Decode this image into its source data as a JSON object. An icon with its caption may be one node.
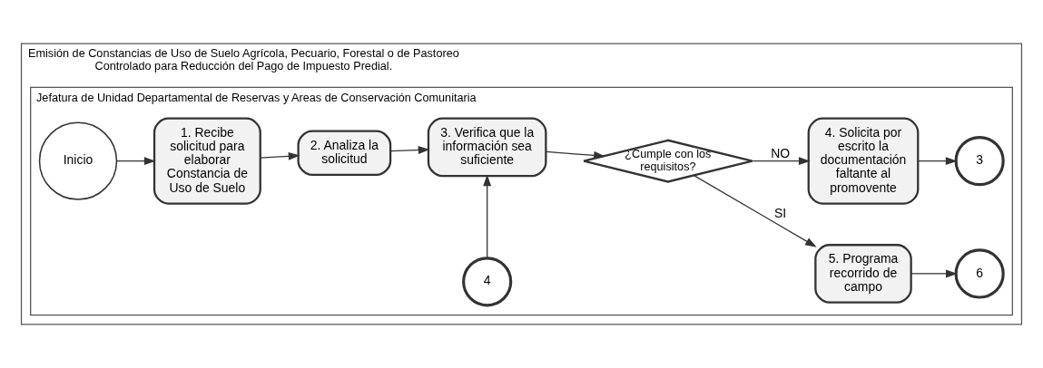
{
  "diagram": {
    "nodes": [
      {
        "text": [
          "Emisión de Constancias de Uso de Suelo Agrícola, Pecuario, Forestal o de Pastoreo Controlado para Reducción del Pago de Impuesto Predial."
        ]
      },
      {
        "text": [
          "Jefatura de Unidad Departamental de Reservas y Areas de Conservación Comunitaria"
        ],
        "in": 0
      },
      {
        "text": [
          "Inicio"
        ],
        "in": 1
      },
      {
        "text": [
          "1. Recibe solicitud para elaborar Constancia de Uso de Suelo"
        ],
        "in": 1
      },
      {
        "text": [
          "2. Analiza la solicitud"
        ],
        "in": 1
      },
      {
        "text": [
          "4"
        ],
        "in": 1
      },
      {
        "text": [
          "3. Verifica que la información sea suficiente"
        ],
        "in": 1
      },
      {
        "text": [
          "¿Cumple con los requisitos?"
        ],
        "in": 1
      },
      {
        "text": [
          "5. Programa recorrido de campo"
        ],
        "in": 1
      },
      {
        "text": [
          "6"
        ],
        "in": 1
      },
      {
        "text": [
          "4. Solicita por escrito la documentación faltante al promovente"
        ],
        "in": 1
      },
      {
        "text": [
          "3"
        ],
        "in": 1
      }
    ],
    "edges": [
      {
        "from": 2,
        "to": 3,
        "arrow": "to"
      },
      {
        "from": 3,
        "to": 4,
        "arrow": "to"
      },
      {
        "from": 4,
        "to": 6,
        "arrow": "to"
      },
      {
        "from": 5,
        "to": 6,
        "arrow": "to"
      },
      {
        "from": 6,
        "to": 7,
        "arrow": "to"
      },
      {
        "from": 7,
        "to": 8,
        "arrow": "to",
        "label": "SI"
      },
      {
        "from": 7,
        "to": 10,
        "arrow": "to",
        "label": "NO"
      },
      {
        "from": 8,
        "to": 9,
        "arrow": "to"
      },
      {
        "from": 10,
        "to": 11,
        "arrow": "to"
      }
    ]
  }
}
